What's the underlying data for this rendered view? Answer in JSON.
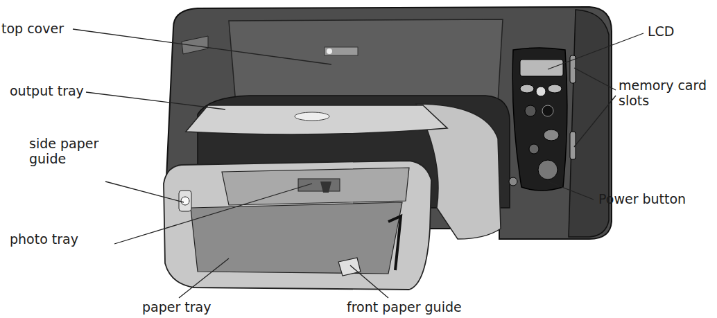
{
  "diagram": {
    "labels": [
      "top cover",
      "output tray",
      "side paper guide",
      "photo tray",
      "paper tray",
      "front paper guide",
      "LCD",
      "memory card slots",
      "Power button"
    ]
  }
}
